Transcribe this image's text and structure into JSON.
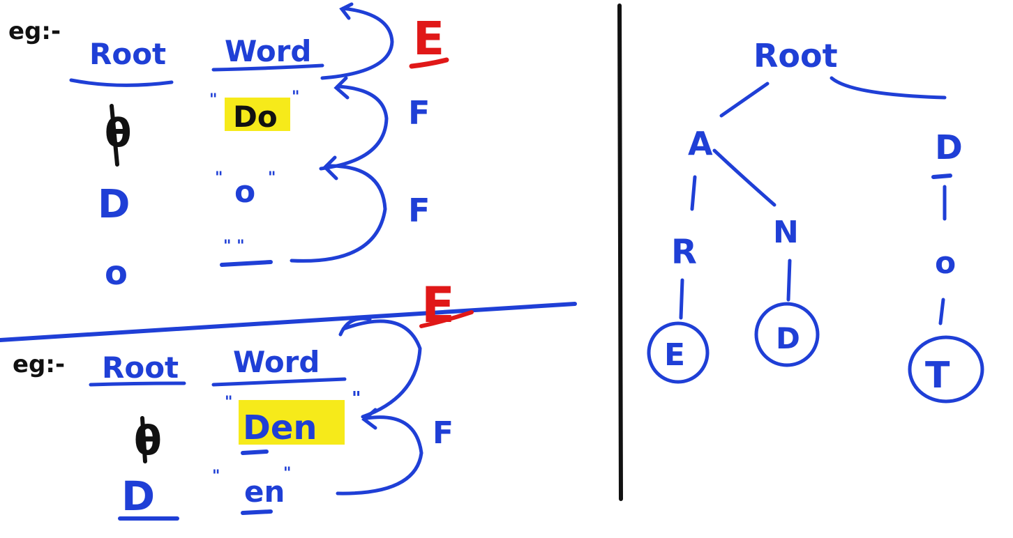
{
  "colors": {
    "ink": "#1f3fd6",
    "black": "#111111",
    "red": "#e01818",
    "highlight": "#f6ea1a"
  },
  "example1": {
    "label": "eg:-",
    "header_root": "Root",
    "header_word": "Word",
    "result_top": "E",
    "rows": [
      {
        "root": "θ",
        "word": "Do",
        "result": "F"
      },
      {
        "root": "D",
        "word": "o",
        "result": "F"
      },
      {
        "root": "o",
        "word": ""
      }
    ]
  },
  "example2": {
    "label": "eg:-",
    "header_root": "Root",
    "header_word": "Word",
    "result_top": "E",
    "rows": [
      {
        "root": "θ",
        "word": "Den",
        "result": "F"
      },
      {
        "root": "D",
        "word": "en"
      }
    ]
  },
  "trie": {
    "root": "Root",
    "nodes": {
      "a": "A",
      "r": "R",
      "e": "E",
      "n": "N",
      "d_leaf": "D",
      "d": "D",
      "o": "o",
      "t": "T"
    }
  }
}
